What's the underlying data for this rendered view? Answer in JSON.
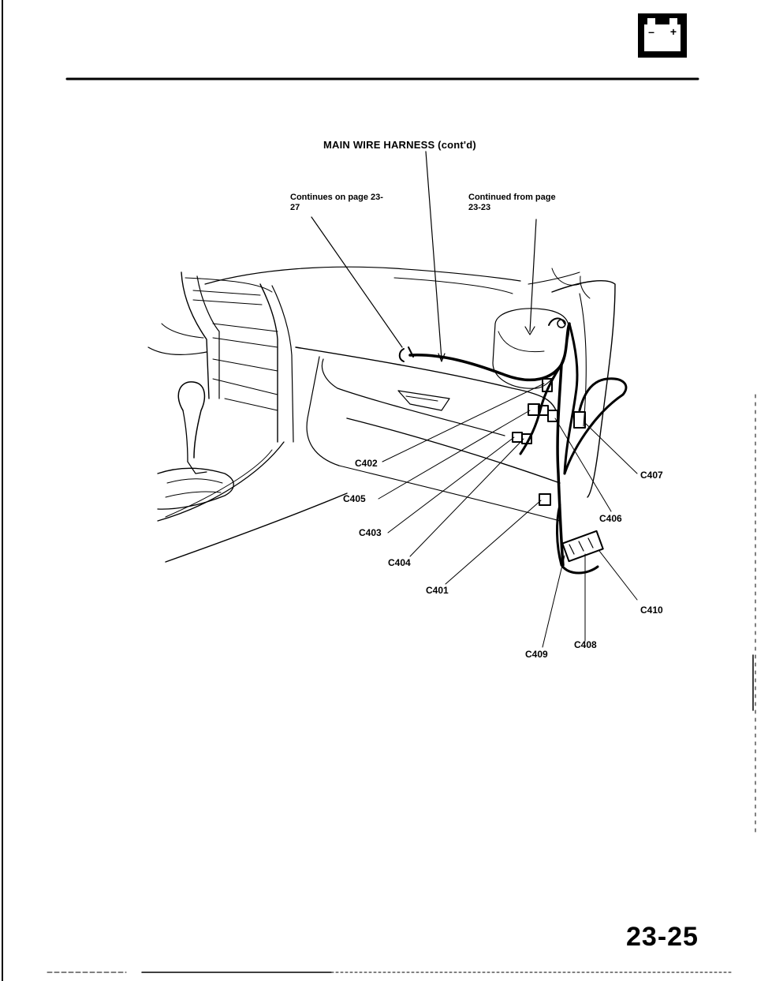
{
  "header": {
    "battery_icon": "battery-icon",
    "battery_minus": "–",
    "battery_plus": "+"
  },
  "diagram": {
    "title": "MAIN WIRE HARNESS (cont'd)",
    "continues_on": "Continues on page 23-27",
    "continued_from": "Continued from page 23-23",
    "connectors": {
      "c402": "C402",
      "c405": "C405",
      "c403": "C403",
      "c404": "C404",
      "c401": "C401",
      "c407": "C407",
      "c406": "C406",
      "c410": "C410",
      "c408": "C408",
      "c409": "C409"
    }
  },
  "footer": {
    "page_number": "23-25"
  }
}
